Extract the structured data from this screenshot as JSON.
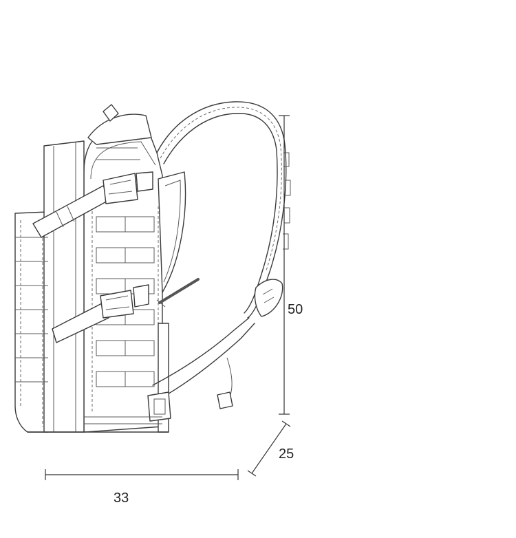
{
  "dimensions": {
    "height": "50",
    "depth": "25",
    "width": "33"
  },
  "colors": {
    "line": "#3a3a3a",
    "background": "#ffffff",
    "rod": "#555555"
  }
}
